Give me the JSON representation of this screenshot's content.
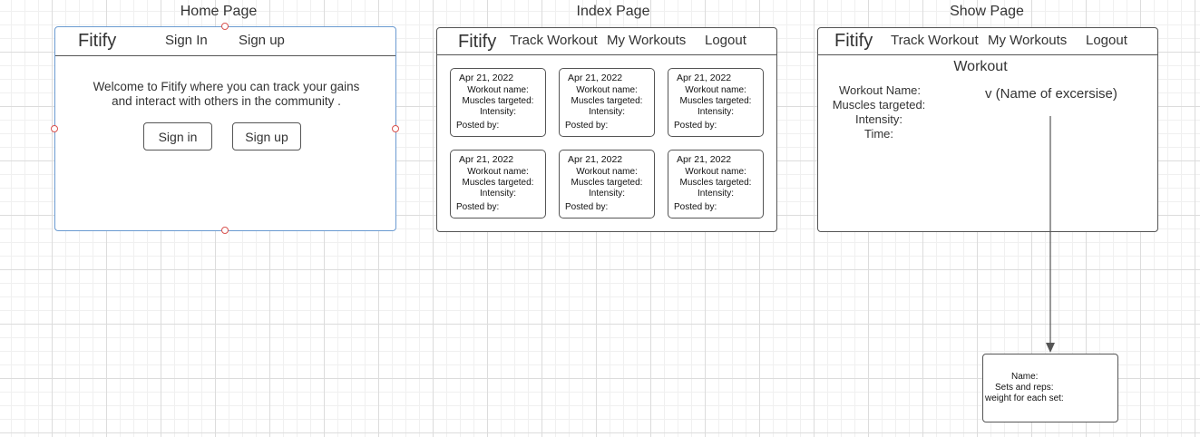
{
  "labels": {
    "home": "Home Page",
    "index": "Index Page",
    "show": "Show Page"
  },
  "brand": "Fitify",
  "home": {
    "nav_signin": "Sign In",
    "nav_signup": "Sign up",
    "welcome_line1": "Welcome to Fitify where you can track your gains",
    "welcome_line2": "and interact with others in the community .",
    "btn_signin": "Sign in",
    "btn_signup": "Sign up"
  },
  "nav": {
    "track": "Track Workout",
    "mine": "My Workouts",
    "logout": "Logout"
  },
  "cards": [
    {
      "date": "Apr 21, 2022",
      "name": "Workout name:",
      "muscles": "Muscles targeted:",
      "intensity": "Intensity:",
      "posted": "Posted by:"
    },
    {
      "date": "Apr 21, 2022",
      "name": "Workout name:",
      "muscles": "Muscles targeted:",
      "intensity": "Intensity:",
      "posted": "Posted by:"
    },
    {
      "date": "Apr 21, 2022",
      "name": "Workout name:",
      "muscles": "Muscles targeted:",
      "intensity": "Intensity:",
      "posted": "Posted by:"
    },
    {
      "date": "Apr 21, 2022",
      "name": "Workout name:",
      "muscles": "Muscles targeted:",
      "intensity": "Intensity:",
      "posted": "Posted by:"
    },
    {
      "date": "Apr 21, 2022",
      "name": "Workout name:",
      "muscles": "Muscles targeted:",
      "intensity": "Intensity:",
      "posted": "Posted by:"
    },
    {
      "date": "Apr 21, 2022",
      "name": "Workout name:",
      "muscles": "Muscles targeted:",
      "intensity": "Intensity:",
      "posted": "Posted by:"
    }
  ],
  "show": {
    "title": "Workout",
    "workout_name": "Workout Name:",
    "muscles": "Muscles targeted:",
    "intensity": "Intensity:",
    "time": "Time:",
    "exercise": "v (Name of excersise)"
  },
  "exercise_box": {
    "name": "Name:",
    "sets": "Sets and reps:",
    "weight": "weight for each set:"
  },
  "colors": {
    "selection": "#6b9bd1",
    "handle": "#d9534f",
    "border": "#555555"
  }
}
